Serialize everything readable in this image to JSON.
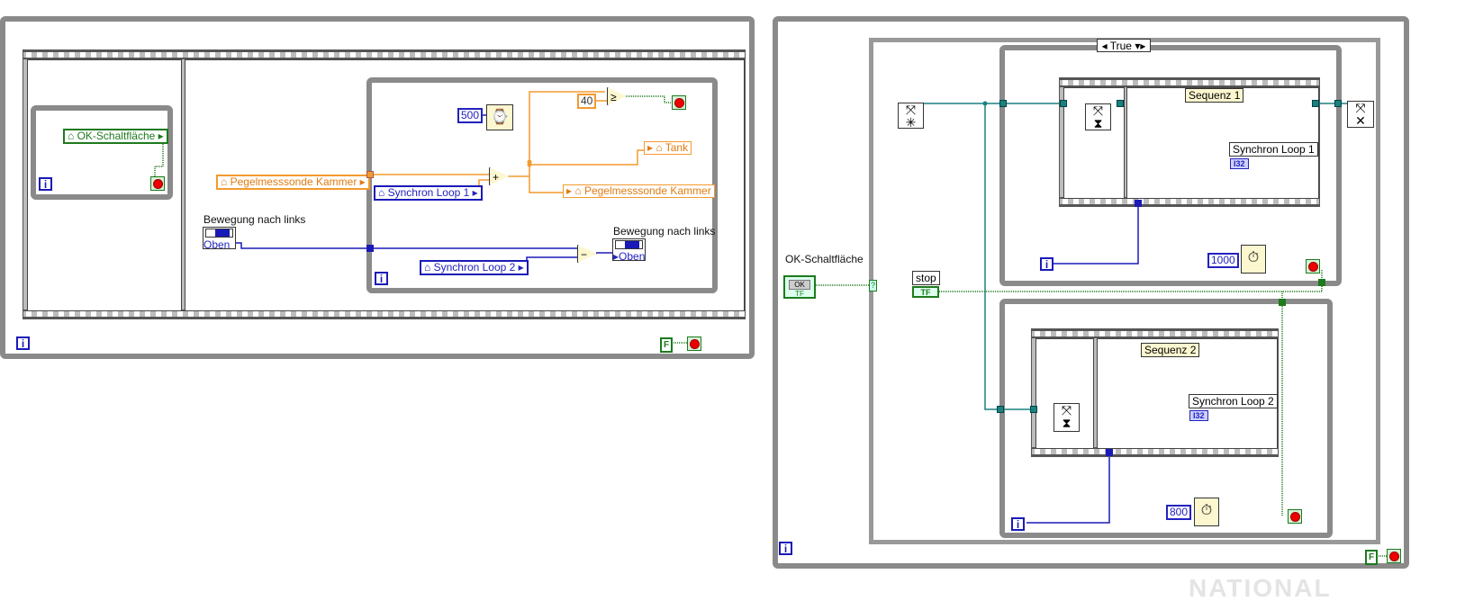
{
  "left_diagram": {
    "ok_local": "OK-Schaltfläche",
    "pegel_read": "Pegelmesssonde Kammer",
    "enum_label": "Bewegung nach links",
    "enum_value": "Oben",
    "wait_ms": "500",
    "sync1_local": "Synchron Loop 1",
    "sync2_local": "Synchron Loop 2",
    "add_op": "+",
    "sub_op": "−",
    "compare_op": "≥",
    "threshold": "40",
    "tank_local": "Tank",
    "pegel_write": "Pegelmesssonde Kammer",
    "enum_ind_label": "Bewegung nach links",
    "enum_ind_value": "Oben",
    "iter": "i",
    "false_const": "F"
  },
  "right_diagram": {
    "case_selector": "True",
    "ok_button_label": "OK-Schaltfläche",
    "ok_button_text": "OK",
    "tf": "TF",
    "stop_label": "stop",
    "seq1_note": "Sequenz 1",
    "seq2_note": "Sequenz 2",
    "sync1_label": "Synchron Loop 1",
    "sync2_label": "Synchron Loop 2",
    "i32": "I32",
    "wait1": "1000",
    "wait2": "800",
    "iter": "i",
    "false_const": "F",
    "case_unknown": "?"
  },
  "watermark": "NATIONAL",
  "colors": {
    "orange": "#f39a2f",
    "blue": "#1a1ab8",
    "green": "#1d7a1d",
    "teal": "#1c8080",
    "gray": "#8a8a8a"
  }
}
